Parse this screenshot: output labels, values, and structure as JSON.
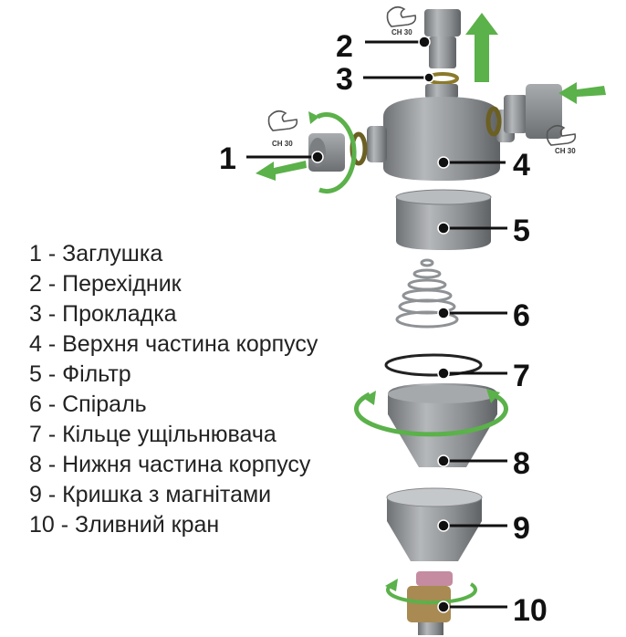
{
  "legend": [
    "1 - Заглушка",
    "2 - Перехідник",
    "3 - Прокладка",
    "4 - Верхня частина корпусу",
    "5 - Фільтр",
    "6 - Спіраль",
    "7 - Кільце ущільнювача",
    "8 - Нижня частина корпусу",
    "9 - Кришка з магнітами",
    "10 - Зливний кран"
  ],
  "callouts": [
    "1",
    "2",
    "3",
    "4",
    "5",
    "6",
    "7",
    "8",
    "9",
    "10"
  ],
  "wrench_labels": [
    "CH 30",
    "CH 30",
    "CH 30"
  ],
  "colors": {
    "arrow_green": "#5bb14a",
    "part_gray": "#8a8d90",
    "part_dark": "#55585b",
    "gasket": "#8b7a2a",
    "leader": "#111111"
  }
}
